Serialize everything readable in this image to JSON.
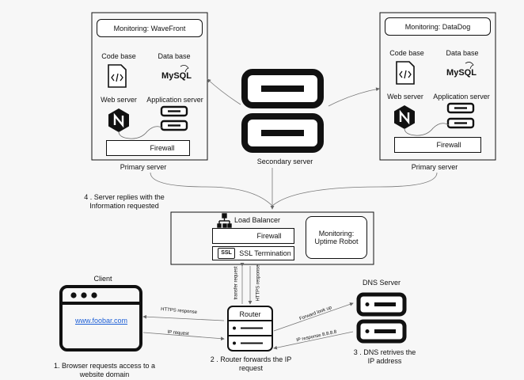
{
  "primary_server_left": {
    "monitoring": "Monitoring: WaveFront",
    "code_base": "Code base",
    "data_base": "Data base",
    "mysql": "MySQL",
    "web_server": "Web server",
    "application_server": "Application server",
    "firewall": "Firewall",
    "caption": "Primary server"
  },
  "primary_server_right": {
    "monitoring": "Monitoring: DataDog",
    "code_base": "Code base",
    "data_base": "Data base",
    "mysql": "MySQL",
    "web_server": "Web server",
    "application_server": "Application server",
    "firewall": "Firewall",
    "caption": "Primary server"
  },
  "secondary_server": {
    "caption": "Secondary server"
  },
  "load_balancer": {
    "title": "Load Balancer",
    "firewall": "Firewall",
    "ssl_badge": "SSL",
    "ssl": "SSL Termination",
    "monitoring": "Monitoring:\nUptime Robot"
  },
  "step4": "4 . Server replies with the Information requested",
  "client": {
    "title": "Client",
    "url": "www.foobar.com",
    "caption": "1. Browser requests access to a website domain"
  },
  "router": {
    "title": "Router",
    "caption": "2 . Router forwards the IP request"
  },
  "dns": {
    "title": "DNS Server",
    "caption": "3 . DNS retrives the IP address"
  },
  "edges": {
    "https_response": "HTTPS response",
    "ip_request": "IP request",
    "forward_lookup": "Forward look up",
    "ip_response": "IP response 8.8.8.8",
    "transfer_request": "transfer request",
    "https_response_up": "HTTPS response"
  },
  "colors": {
    "line": "#111111",
    "arrow": "#7a7a7a",
    "link": "#1d5fd6"
  }
}
